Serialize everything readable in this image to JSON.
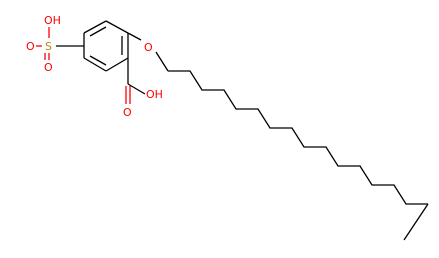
{
  "structure": {
    "atoms": {
      "sulfonic_oh": "OH",
      "sulfonic_s": "S",
      "sulfonic_o_top": "O",
      "sulfonic_o_bottom": "O",
      "carboxyl_oh": "OH",
      "carboxyl_o": "O",
      "ether_o": "O"
    },
    "colors": {
      "bond": "#000000",
      "oxygen": "#ff0000",
      "sulfur": "#b8860b",
      "background": "#ffffff"
    }
  }
}
